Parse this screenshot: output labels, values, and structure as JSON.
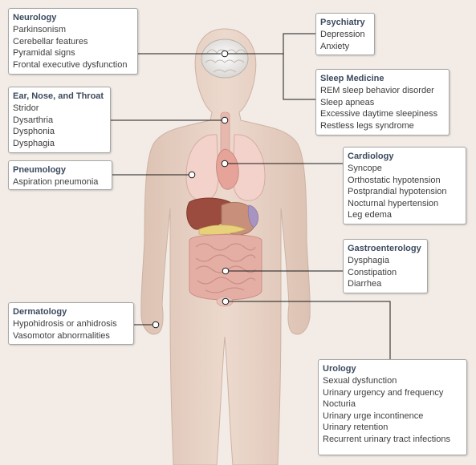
{
  "specialties": {
    "neurology": {
      "title": "Neurology",
      "items": [
        "Parkinsonism",
        "Cerebellar features",
        "Pyramidal signs",
        "Frontal executive dysfunction"
      ]
    },
    "ent": {
      "title": "Ear, Nose, and Throat",
      "items": [
        "Stridor",
        "Dysarthria",
        "Dysphonia",
        "Dysphagia"
      ]
    },
    "pneumology": {
      "title": "Pneumology",
      "items": [
        "Aspiration pneumonia"
      ]
    },
    "dermatology": {
      "title": "Dermatology",
      "items": [
        "Hypohidrosis or anhidrosis",
        "Vasomotor abnormalities"
      ]
    },
    "psychiatry": {
      "title": "Psychiatry",
      "items": [
        "Depression",
        "Anxiety"
      ]
    },
    "sleep": {
      "title": "Sleep Medicine",
      "items": [
        "REM sleep behavior disorder",
        "Sleep apneas",
        "Excessive daytime sleepiness",
        "Restless legs syndrome"
      ]
    },
    "cardiology": {
      "title": "Cardiology",
      "items": [
        "Syncope",
        "Orthostatic hypotension",
        "Postprandial hypotension",
        "Nocturnal hypertension",
        "Leg edema"
      ]
    },
    "gastro": {
      "title": "Gastroenterology",
      "items": [
        "Dysphagia",
        "Constipation",
        "Diarrhea"
      ]
    },
    "urology": {
      "title": "Urology",
      "items": [
        "Sexual dysfunction",
        "Urinary urgency and frequency",
        "Nocturia",
        "Urinary urge incontinence",
        "Urinary retention",
        "Recurrent urinary tract infections"
      ]
    }
  },
  "colors": {
    "background": "#f3ece6",
    "body": "#e8d3c6",
    "heading": "#3c4a5e",
    "connector": "#1a1a1a"
  }
}
